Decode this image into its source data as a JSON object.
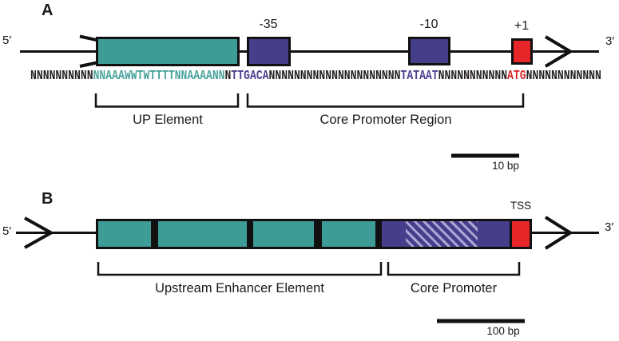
{
  "colors": {
    "teal": "#3E9C96",
    "purple": "#453E8A",
    "red": "#E62629",
    "hatch": "#ABA6D4",
    "ink": "#1A1A1A",
    "seq_teal": "#4BA39C",
    "seq_purple": "#4A4191",
    "seq_red": "#D9252B"
  },
  "panel_a": {
    "label": "A",
    "five_prime": "5′",
    "three_prime": "3′",
    "minus35_label": "-35",
    "minus10_label": "-10",
    "plus1_label": "+1",
    "sequence_segments": [
      {
        "text": "NNNNNNNNNN",
        "color": "black"
      },
      {
        "text": "NNAAAWWTWTTTTNNAAAANN",
        "color": "teal"
      },
      {
        "text": "N",
        "color": "black"
      },
      {
        "text": "TTGACA",
        "color": "purple"
      },
      {
        "text": "NNNNNNNNNNNNNNNNNNNNN",
        "color": "black"
      },
      {
        "text": "TATAAT",
        "color": "purple"
      },
      {
        "text": "NNNNNNNNNNN",
        "color": "black"
      },
      {
        "text": "ATG",
        "color": "red"
      },
      {
        "text": "NNNNNNNNNNNN",
        "color": "black"
      }
    ],
    "up_element_label": "UP Element",
    "core_promoter_label": "Core Promoter Region",
    "scale_label": "10 bp"
  },
  "panel_b": {
    "label": "B",
    "five_prime": "5′",
    "three_prime": "3′",
    "tss_label": "TSS",
    "enhancer_label": "Upstream Enhancer Element",
    "core_promoter_label": "Core Promoter",
    "scale_label": "100 bp"
  }
}
